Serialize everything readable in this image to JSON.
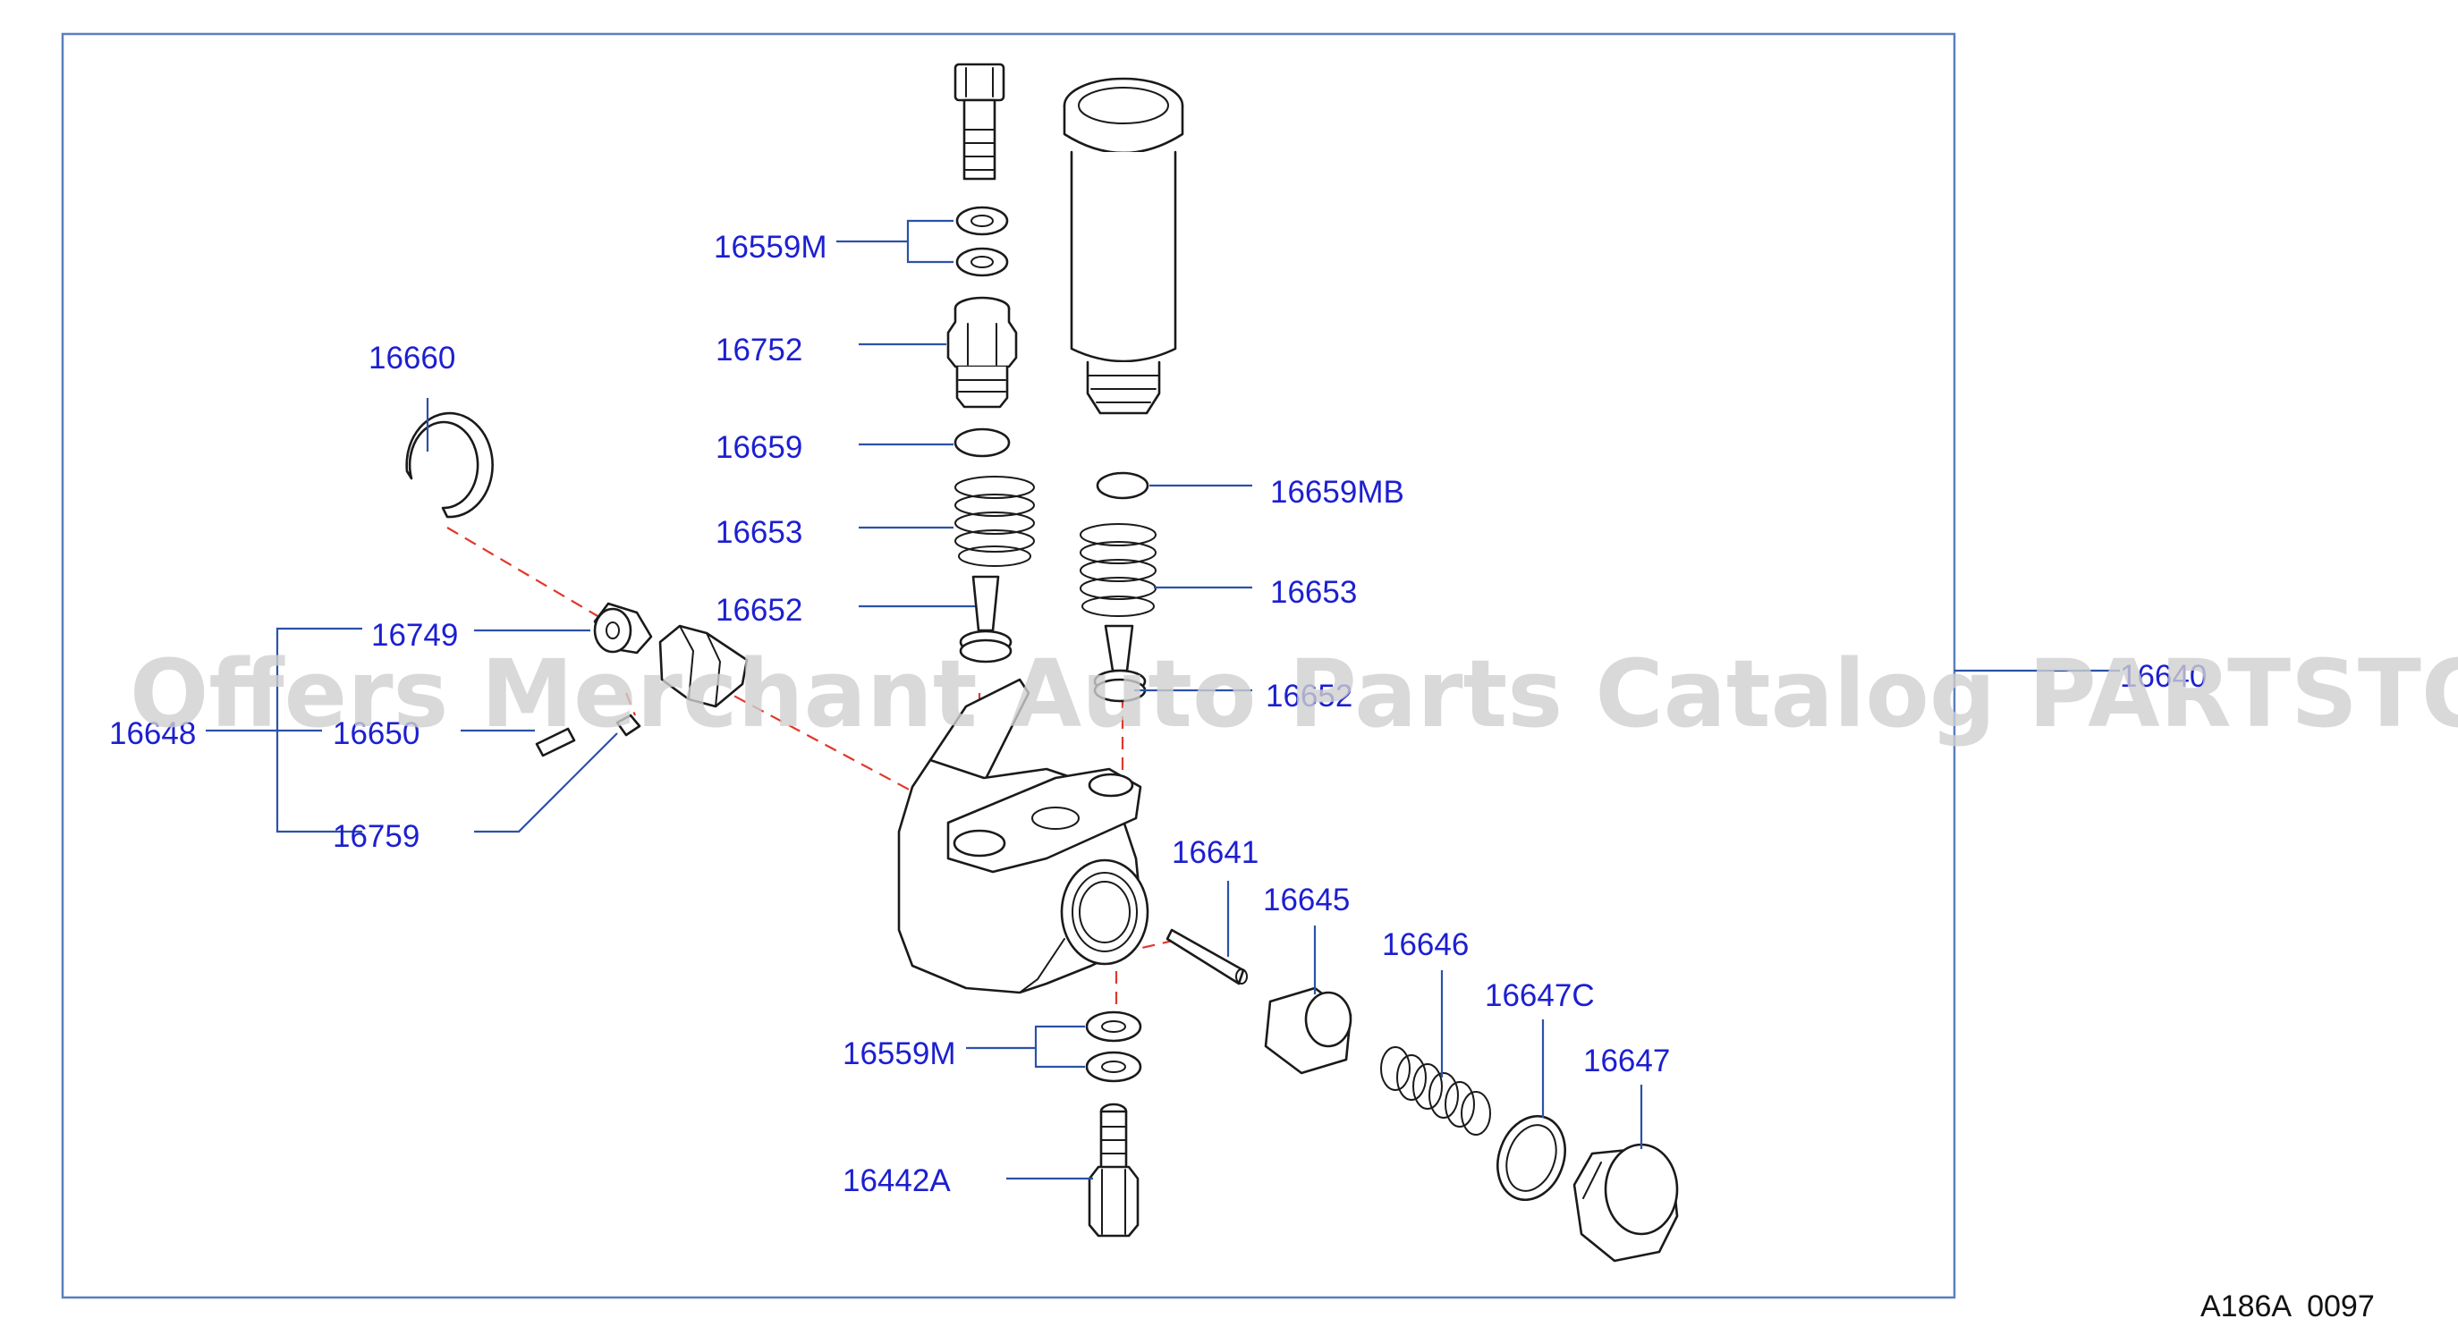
{
  "watermark": "Offers Merchant Auto Parts Catalog PARTSTORE.SA",
  "diagram_code": "A186A  0097",
  "colors": {
    "frame": "#5a7fc0",
    "label": "#1c1fd0",
    "leader": "#2b52a8",
    "dash": "#e0382c"
  },
  "labels": {
    "l16559M_top": "16559M",
    "l16752": "16752",
    "l16660": "16660",
    "l16659": "16659",
    "l16659MB": "16659MB",
    "l16653_left": "16653",
    "l16653_right": "16653",
    "l16652_left": "16652",
    "l16652_right": "16652",
    "l16749": "16749",
    "l16648": "16648",
    "l16650": "16650",
    "l16759": "16759",
    "l16640": "16640",
    "l16641": "16641",
    "l16645": "16645",
    "l16646": "16646",
    "l16647C": "16647C",
    "l16647": "16647",
    "l16559M_bottom": "16559M",
    "l16442A": "16442A"
  }
}
